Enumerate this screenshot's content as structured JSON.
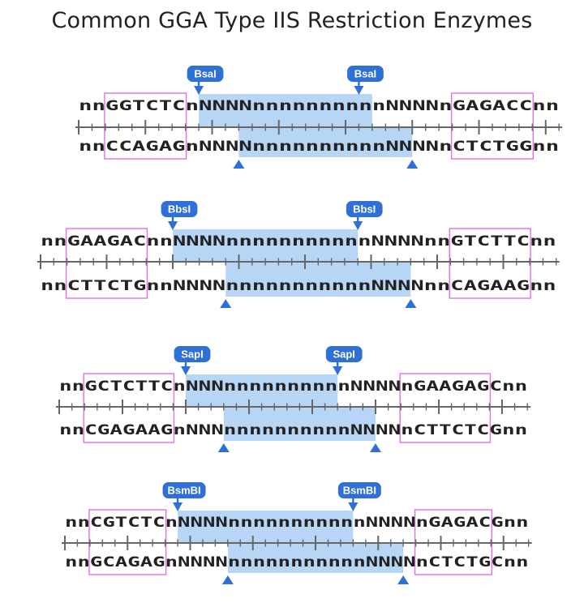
{
  "title": "Common GGA Type IIS Restriction Enzymes",
  "colors": {
    "highlight": "#b7d5f5",
    "site_box": "#e46fe4",
    "tag": "#2f6fd8",
    "axis": "#666666",
    "text": "#222222"
  },
  "enzymes": [
    {
      "name": "BsaI",
      "top_strand": "nnGGTCTCnNNNNnnnnnnnnnnNNNNnGAGACCnn",
      "bottom_strand": "nnCCAGAGnNNNNnnnnnnnnnnNNNNnCTCTGGnn"
    },
    {
      "name": "BbsI",
      "top_strand": "nnGAAGACnnNNNNnnnnnnnnnnnNNNNnnGTCTTCnn",
      "bottom_strand": "nnCTTCTGnnNNNNnnnnnnnnnnnNNNNnnCAGAAGnn"
    },
    {
      "name": "SapI",
      "top_strand": "nnGCTCTTCnNNNnnnnnnnnnnNNNNnGAAGAGCnn",
      "bottom_strand": "nnCGAGAAGnNNNnnnnnnnnnnNNNNnCTTCTCGnn"
    },
    {
      "name": "BsmBI",
      "top_strand": "nnCGTCTCnNNNNnnnnnnnnnnnNNNNnGAGACGnn",
      "bottom_strand": "nnGCAGAGnNNNNnnnnnnnnnnnNNNNnCTCTGCnn"
    }
  ]
}
